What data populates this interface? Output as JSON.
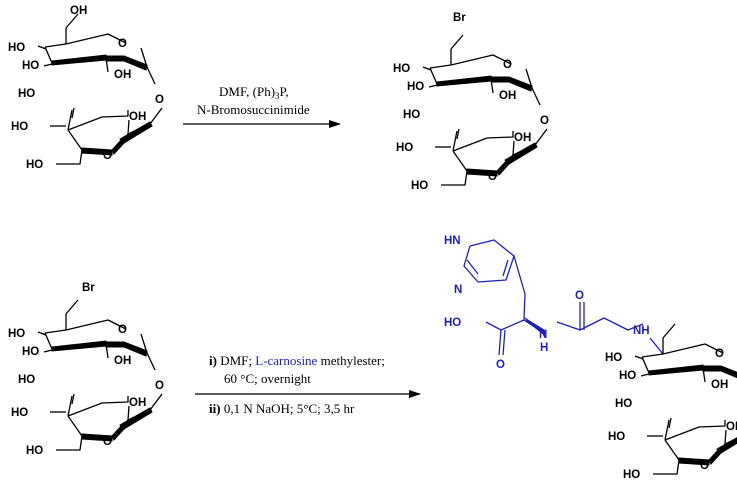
{
  "colors": {
    "ink": "#000000",
    "highlight": "#1f1fb4"
  },
  "labels": {
    "oh": "OH",
    "ho": "HO",
    "o": "O",
    "br": "Br",
    "nh": "NH",
    "hn": "HN",
    "n": "N",
    "h": "H"
  },
  "step1": {
    "line1_a": "DMF, (Ph)",
    "line1_sub": "3",
    "line1_b": "P,",
    "line2": "N-Bromosuccinimide"
  },
  "step2": {
    "i_label": "i)",
    "i_text_a": " DMF; ",
    "i_reagent": "L-carnosine",
    "i_text_b": " methylester;",
    "i_line2": "60 °C; overnight",
    "ii_label": "ii)",
    "ii_text": " 0,1 N NaOH; 5°C; 3,5 hr"
  }
}
